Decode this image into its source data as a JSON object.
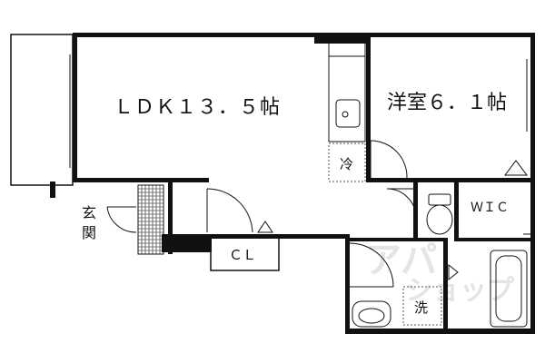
{
  "rooms": {
    "ldk": "ＬＤＫ１３．５帖",
    "western_room": "洋室６．１帖",
    "entrance_line1": "玄",
    "entrance_line2": "関",
    "closet": "ＣＬ",
    "walk_in_closet": "ＷＩＣ",
    "fridge": "冷",
    "washer": "洗"
  },
  "watermark": {
    "line1": "アパ",
    "line2": "ショップ",
    "color": "#d8d8d8"
  },
  "colors": {
    "wall": "#111111",
    "background": "#ffffff"
  }
}
